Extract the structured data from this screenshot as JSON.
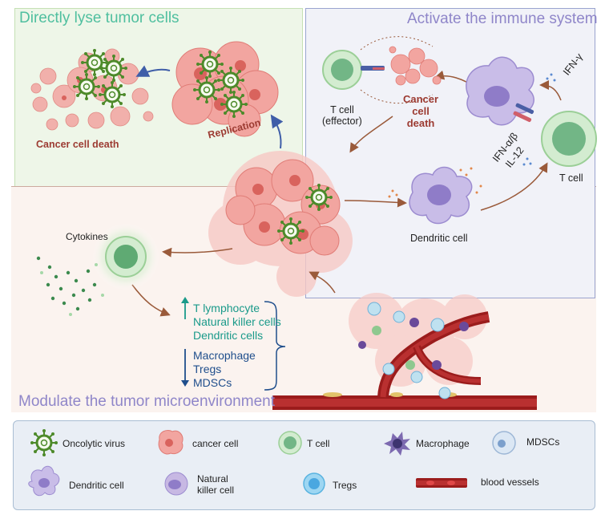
{
  "panels": {
    "lyse_title": "Directly lyse tumor cells",
    "immune_title": "Activate the immune system",
    "micro_title": "Modulate the tumor microenvironment"
  },
  "labels": {
    "cancer_cell_death_left": "Cancer cell death",
    "replication": "Replication",
    "t_cell_effector_1": "T cell",
    "t_cell_effector_2": "(effector)",
    "cancer_cell_death_top_1": "Cancer",
    "cancer_cell_death_top_2": "cell",
    "cancer_cell_death_top_3": "death",
    "ifn_gamma": "IFN-γ",
    "ifn_ab": "IFN-α/β",
    "il12": "IL-12",
    "t_cell": "T cell",
    "dendritic_cell": "Dendritic cell",
    "cytokines": "Cytokines"
  },
  "changes": {
    "up": [
      "T lymphocyte",
      "Natural killer cells",
      "Dendritic cells"
    ],
    "down": [
      "Macrophage",
      "Tregs",
      "MDSCs"
    ]
  },
  "legend": [
    {
      "icon": "oncolytic-virus-icon",
      "label": "Oncolytic virus"
    },
    {
      "icon": "cancer-cell-icon",
      "label": "cancer cell"
    },
    {
      "icon": "t-cell-icon",
      "label": "T cell"
    },
    {
      "icon": "macrophage-icon",
      "label": "Macrophage"
    },
    {
      "icon": "mdsc-icon",
      "label": "MDSCs"
    },
    {
      "icon": "dendritic-cell-icon",
      "label": "Dendritic cell"
    },
    {
      "icon": "nk-cell-icon",
      "label_1": "Natural",
      "label_2": "killer cell"
    },
    {
      "icon": "treg-icon",
      "label": "Tregs"
    },
    {
      "icon": "blood-vessel-icon",
      "label": "blood vessels"
    }
  ],
  "colors": {
    "green_title": "#4fbf9f",
    "purple_title": "#8f86c9",
    "cancer_red": "#9c3b32",
    "teal_up": "#1a9a8a",
    "navy_down": "#1f4e8c",
    "arrow_brown": "#9a5a3a",
    "arrow_blue": "#3f5ea8"
  }
}
